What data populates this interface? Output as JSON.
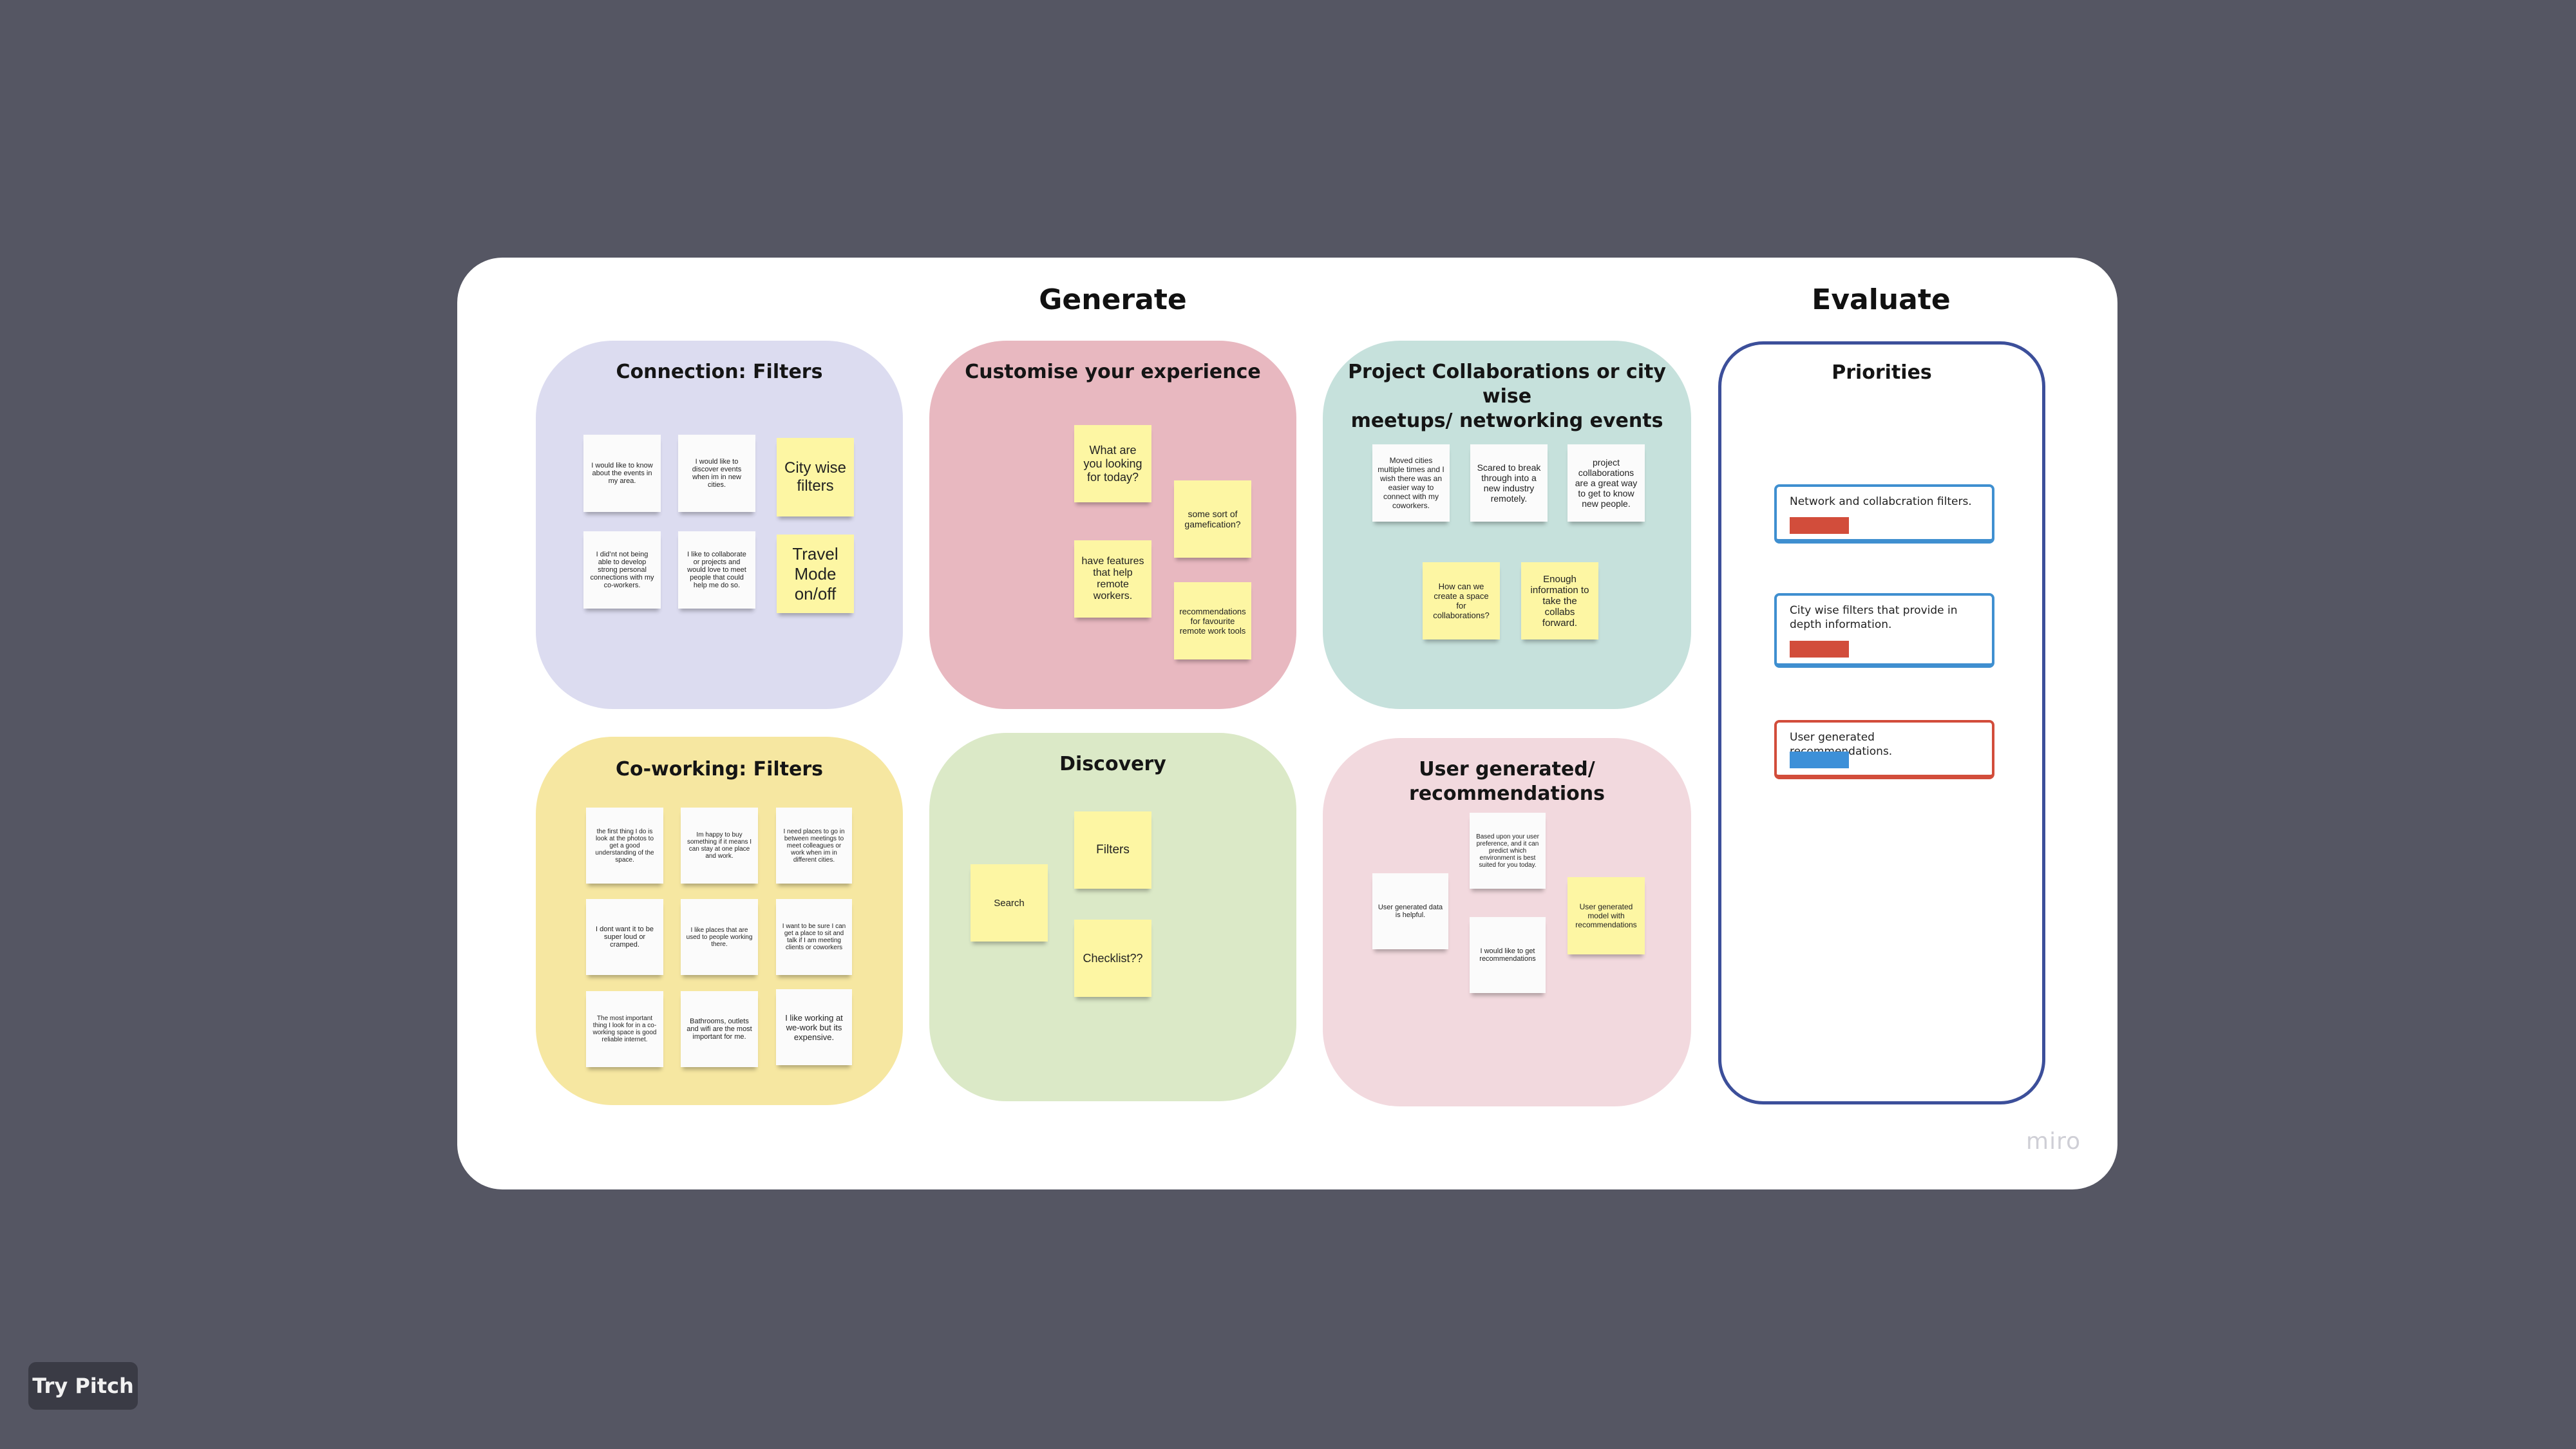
{
  "board": {
    "generate_heading": "Generate",
    "evaluate_heading": "Evaluate",
    "logo": "miro"
  },
  "sections": {
    "connection": {
      "title": "Connection: Filters",
      "color": "#dcdcf0",
      "notes": [
        "I would like to know about the events in my area.",
        "I would like to discover events when im in new cities.",
        "City wise filters",
        "I did’nt not being able to develop strong personal connections with my co-workers.",
        "I like to collaborate or projects and would love to meet people that could help me do so.",
        "Travel Mode on/off"
      ]
    },
    "customise": {
      "title": "Customise your experience",
      "color": "#e8b8c0",
      "notes": [
        "What are you looking for today?",
        "some sort of gamefication?",
        "have features that help remote workers.",
        "recommendations for favourite remote work tools"
      ]
    },
    "project": {
      "title": "Project Collaborations or city wise\nmeetups/ networking events",
      "color": "#c6e1dc",
      "notes": [
        "Moved cities multiple times and I wish there was an easier way to connect with my coworkers.",
        "Scared to break through into a new industry remotely.",
        "project collaborations are a great way to get to know new people.",
        "How can we create a space for collaborations?",
        "Enough information to take the collabs forward."
      ]
    },
    "coworking": {
      "title": "Co-working: Filters",
      "color": "#f6e7a1",
      "notes": [
        "the first thing I do is look at the photos to get a good understanding of the space.",
        "Im happy to buy something if it means I can stay at one place and work.",
        "I need places to go in between meetings to meet colleagues or work when im in different cities.",
        "I dont want it to be super loud or cramped.",
        "I like places that are used to people working there.",
        "I want to be sure I can get a place to sit and talk if I am meeting clients or coworkers",
        "The most important thing I look for in a co-working space is good reliable internet.",
        "Bathrooms, outlets and wifi are the most important for me.",
        "I like working at we-work but its expensive."
      ]
    },
    "discovery": {
      "title": "Discovery",
      "color": "#dbe9c7",
      "notes": [
        "Filters",
        "Search",
        "Checklist??"
      ]
    },
    "user_generated": {
      "title": "User generated/\nrecommendations",
      "color": "#f2d9de",
      "notes": [
        "Based upon your user preference, and it can predict which environment is best suited for you today.",
        "User generated data is helpful.",
        "User generated model with recommendations",
        "I would like to get recommendations"
      ]
    }
  },
  "priorities": {
    "title": "Priorities",
    "cards": [
      {
        "text": "Network and collabcration filters.",
        "border": "#3f8fd0",
        "tag": "#d24d3b"
      },
      {
        "text": "City wise filters that provide in depth information.",
        "border": "#3f8fd0",
        "tag": "#d24d3b"
      },
      {
        "text": "User generated recommendations.",
        "border": "#d24d3b",
        "tag": "#3d90d8"
      }
    ]
  },
  "try_pitch": "Try Pitch"
}
